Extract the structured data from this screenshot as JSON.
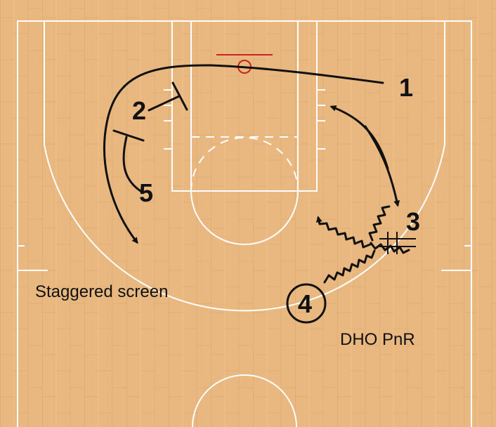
{
  "diagram": {
    "players": [
      {
        "id": "1",
        "circled": false
      },
      {
        "id": "2",
        "circled": false
      },
      {
        "id": "3",
        "circled": false
      },
      {
        "id": "4",
        "circled": true
      },
      {
        "id": "5",
        "circled": false
      }
    ],
    "annotations": {
      "left": "Staggered screen",
      "right": "DHO PnR"
    },
    "colors": {
      "floor": "#e8b880",
      "court_lines": "#ffffff",
      "rim": "#cc2222",
      "actions": "#111111"
    },
    "action_types": [
      "cut",
      "screen",
      "dribble",
      "handoff"
    ]
  }
}
